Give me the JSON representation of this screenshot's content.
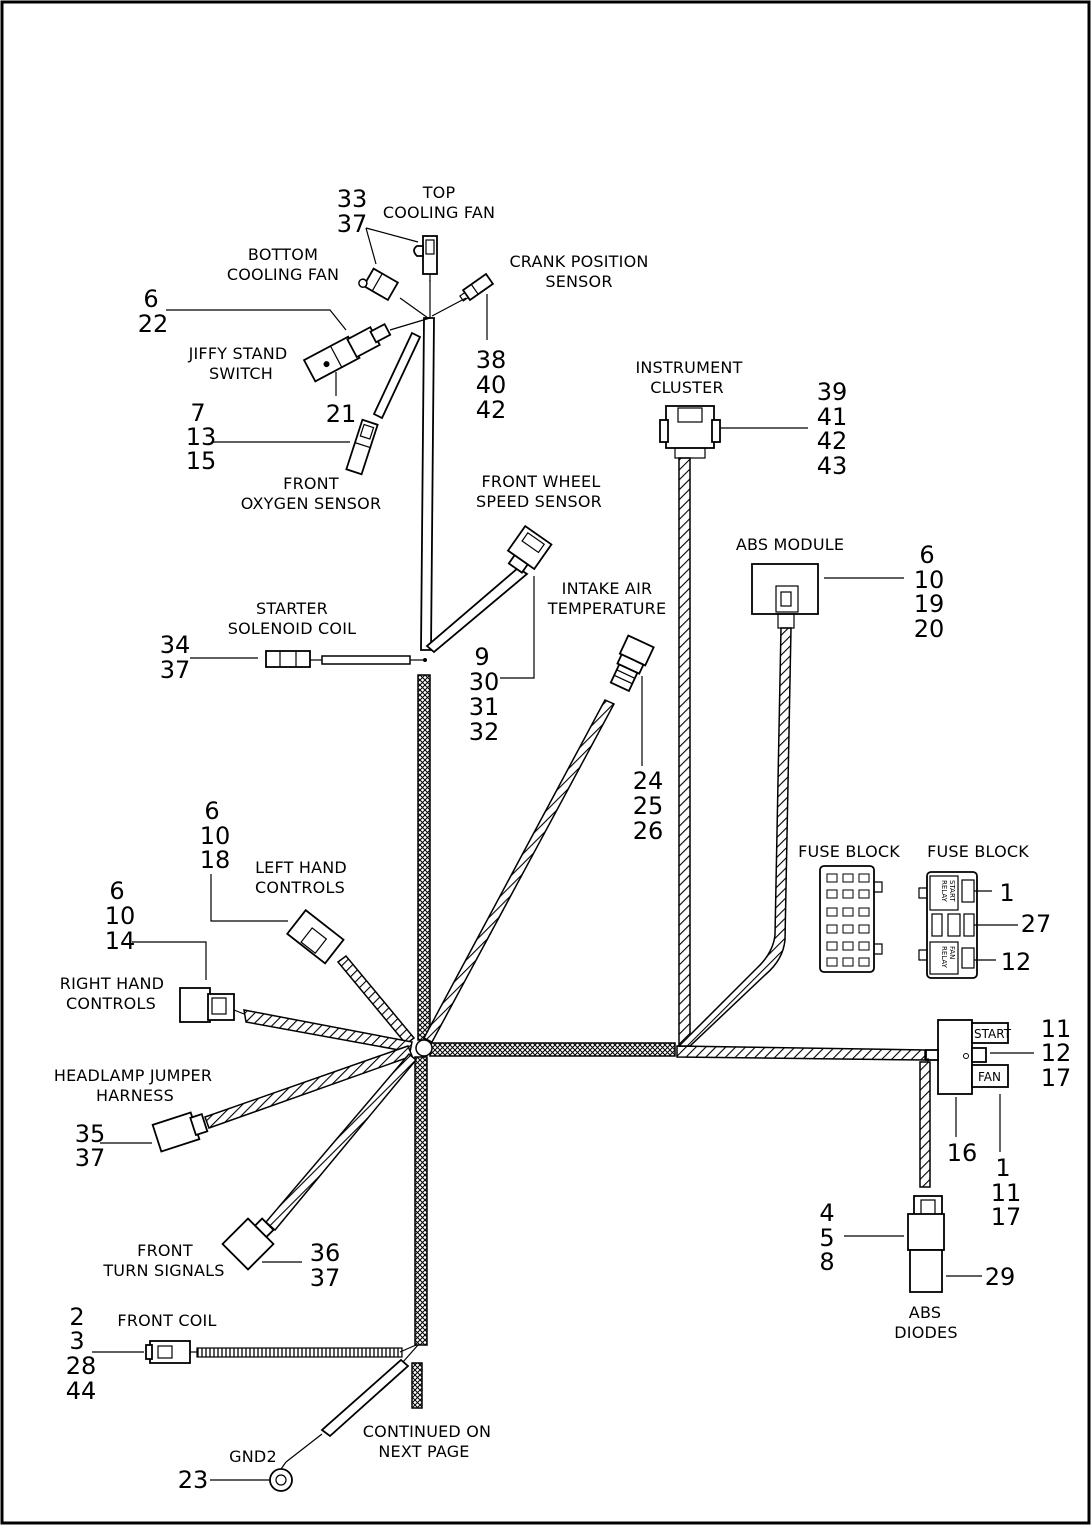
{
  "labels": {
    "top_cooling_fan": [
      "TOP",
      "COOLING FAN"
    ],
    "bottom_cooling_fan": [
      "BOTTOM",
      "COOLING FAN"
    ],
    "crank_position_sensor": [
      "CRANK POSITION",
      "SENSOR"
    ],
    "jiffy_stand_switch": [
      "JIFFY STAND",
      "SWITCH"
    ],
    "front_oxygen_sensor": [
      "FRONT",
      "OXYGEN SENSOR"
    ],
    "instrument_cluster": [
      "INSTRUMENT",
      "CLUSTER"
    ],
    "front_wheel_speed_sensor": [
      "FRONT WHEEL",
      "SPEED SENSOR"
    ],
    "abs_module": [
      "ABS MODULE"
    ],
    "starter_solenoid_coil": [
      "STARTER",
      "SOLENOID COIL"
    ],
    "intake_air_temperature": [
      "INTAKE AIR",
      "TEMPERATURE"
    ],
    "fuse_block_1": [
      "FUSE BLOCK"
    ],
    "fuse_block_2": [
      "FUSE BLOCK"
    ],
    "left_hand_controls": [
      "LEFT HAND",
      "CONTROLS"
    ],
    "right_hand_controls": [
      "RIGHT HAND",
      "CONTROLS"
    ],
    "headlamp_jumper_harness": [
      "HEADLAMP JUMPER",
      "HARNESS"
    ],
    "front_turn_signals": [
      "FRONT",
      "TURN SIGNALS"
    ],
    "front_coil": [
      "FRONT COIL"
    ],
    "gnd2": [
      "GND2"
    ],
    "continued_on_next_page": [
      "CONTINUED ON",
      "NEXT PAGE"
    ],
    "abs_diodes": [
      "ABS",
      "DIODES"
    ]
  },
  "callouts": {
    "top_fans": [
      "33",
      "37"
    ],
    "bottom_fan": [
      "6",
      "22"
    ],
    "crank": [
      "38",
      "40",
      "42"
    ],
    "jiffy": [
      "21"
    ],
    "oxygen": [
      "7",
      "13",
      "15"
    ],
    "instrument": [
      "39",
      "41",
      "42",
      "43"
    ],
    "abs_module": [
      "6",
      "10",
      "19",
      "20"
    ],
    "starter": [
      "34",
      "37"
    ],
    "wheel_speed": [
      "9",
      "30",
      "31",
      "32"
    ],
    "intake": [
      "24",
      "25",
      "26"
    ],
    "left_hand": [
      "6",
      "10",
      "18"
    ],
    "right_hand": [
      "6",
      "10",
      "14"
    ],
    "headlamp": [
      "35",
      "37"
    ],
    "turn_signals": [
      "36",
      "37"
    ],
    "front_coil": [
      "2",
      "3",
      "28",
      "44"
    ],
    "gnd2": [
      "23"
    ],
    "fuse_relay_start": [
      "1"
    ],
    "fuse_relay_mid": [
      "27"
    ],
    "fuse_relay_fan": [
      "12"
    ],
    "relay_right": [
      "11",
      "12",
      "17"
    ],
    "relay_16": [
      "16"
    ],
    "relay_bottom": [
      "1",
      "11",
      "17"
    ],
    "diodes_left": [
      "4",
      "5",
      "8"
    ],
    "diodes_right": [
      "29"
    ]
  },
  "relay_labels": {
    "start": "START",
    "fan": "FAN",
    "start_relay": [
      "START",
      "RELAY"
    ],
    "fan_relay": [
      "FAN",
      "RELAY"
    ]
  },
  "colors": {
    "ink": "#000000",
    "paper": "#ffffff"
  }
}
